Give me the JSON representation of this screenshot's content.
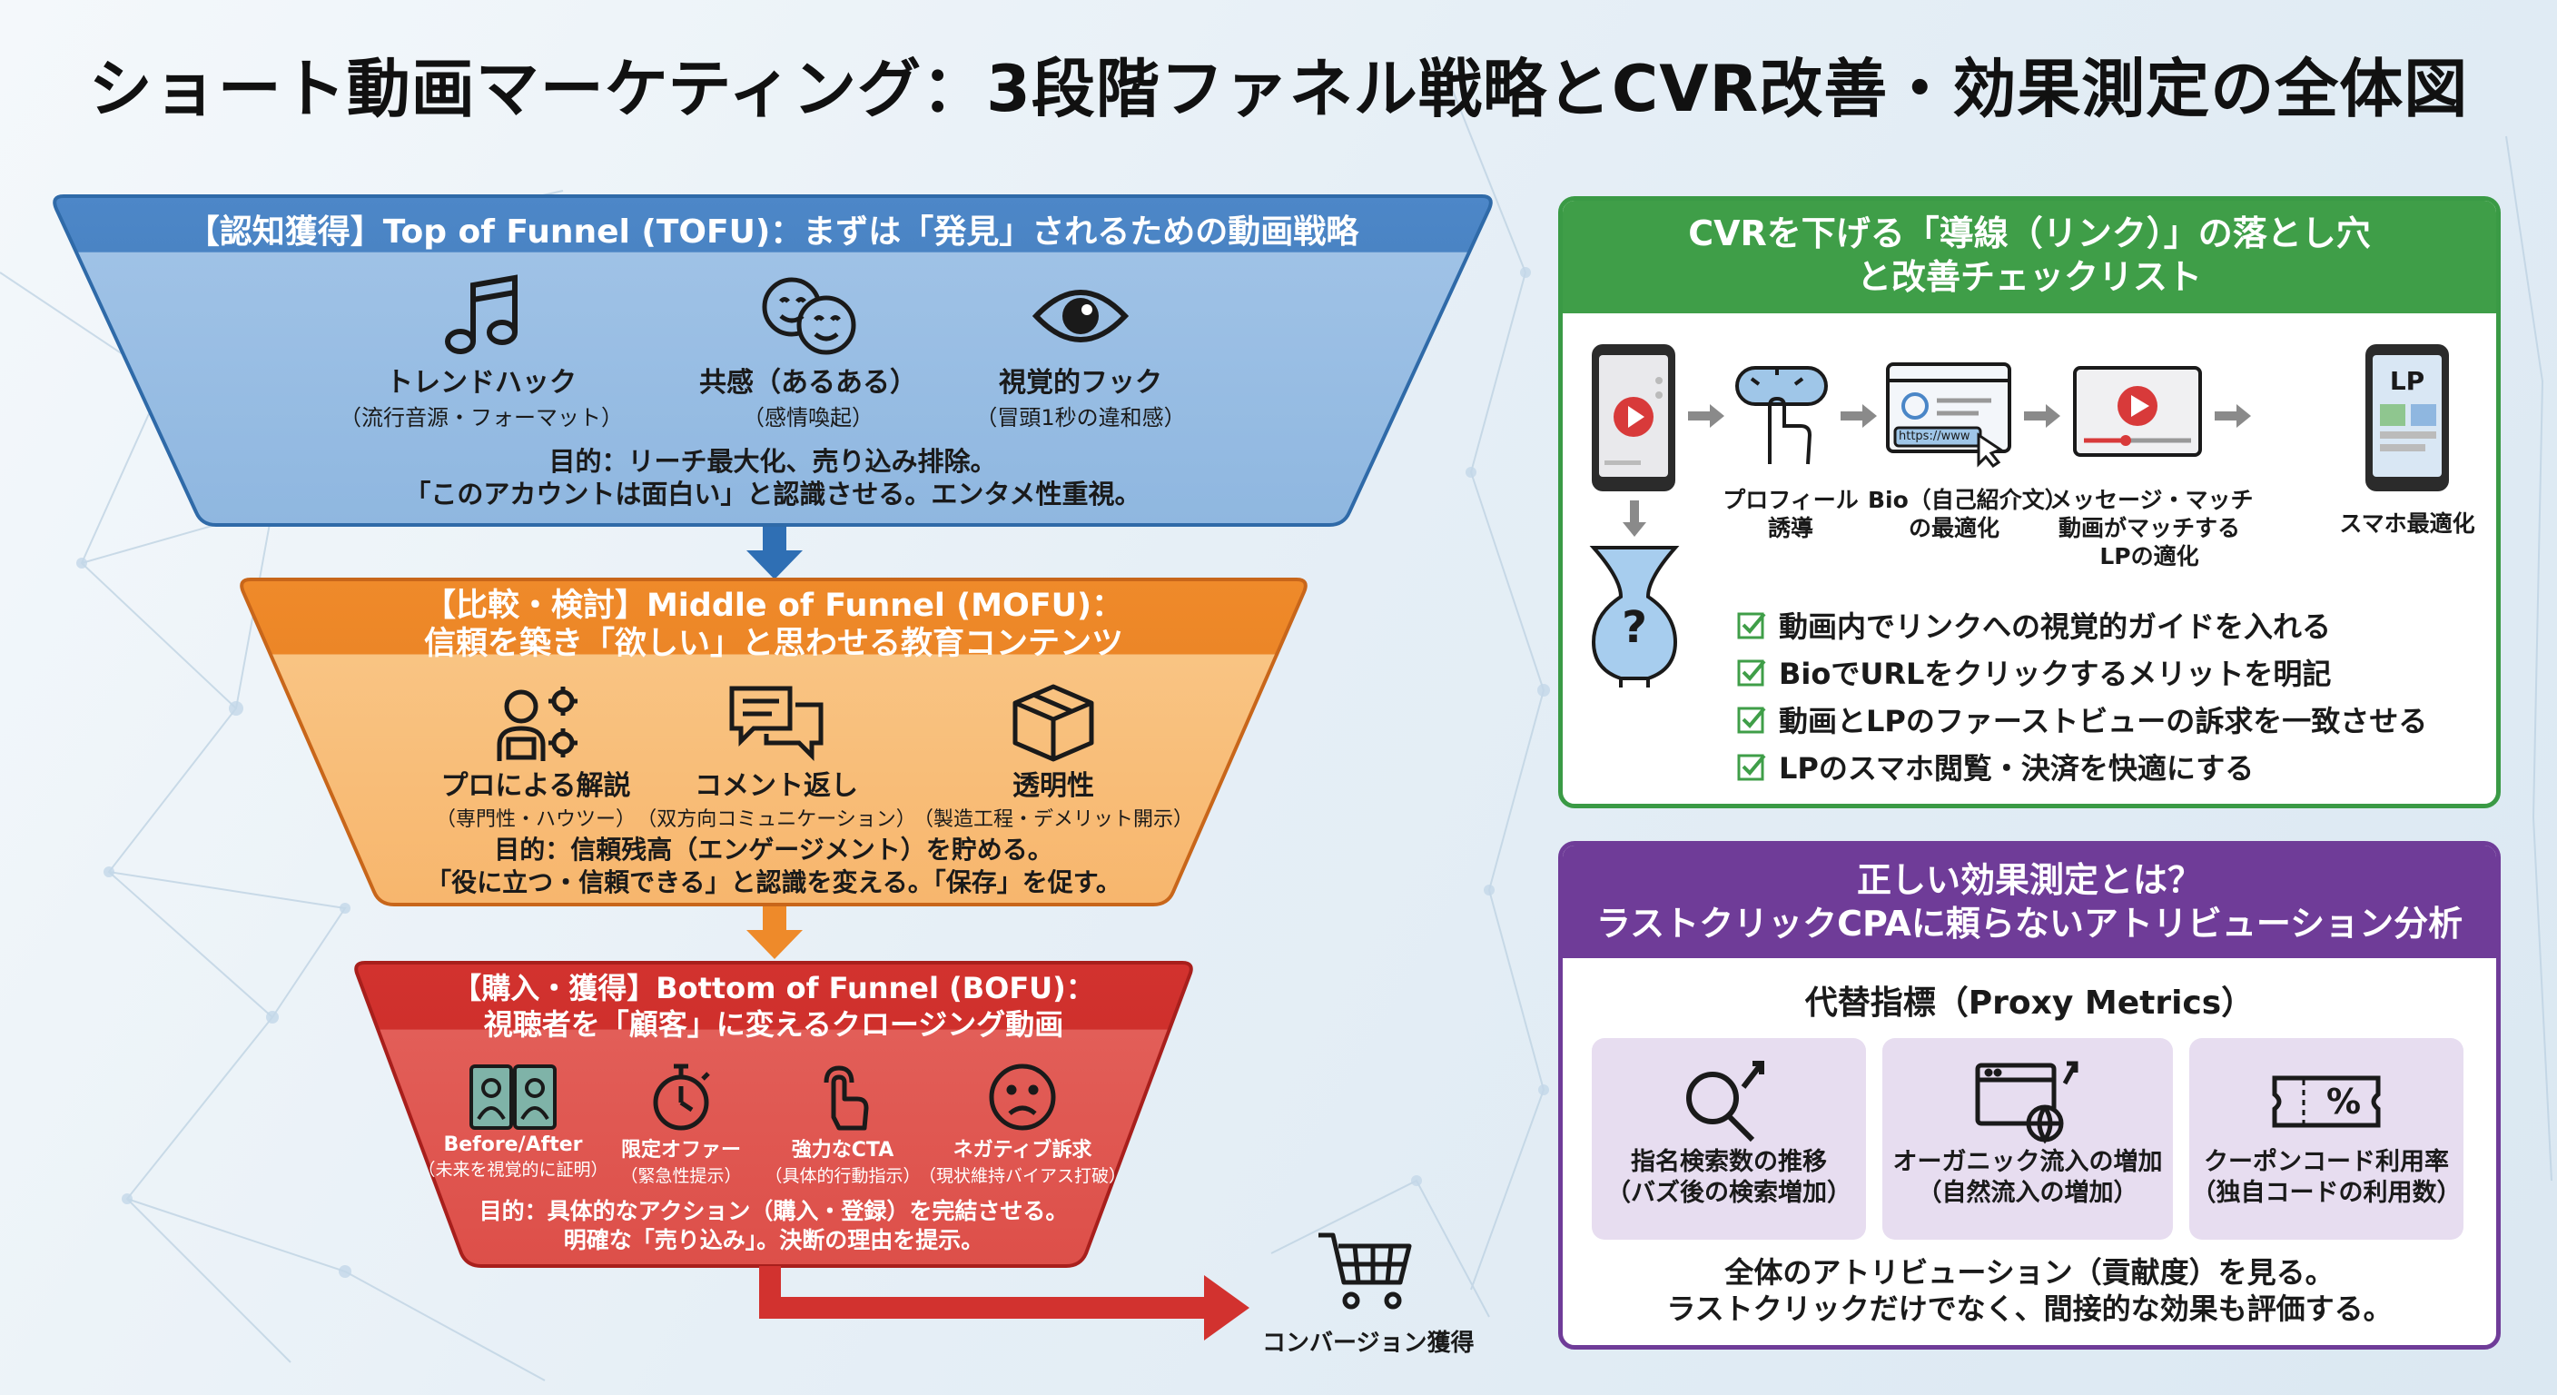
{
  "title": "ショート動画マーケティング：3段階ファネル戦略とCVR改善・効果測定の全体図",
  "tofu": {
    "header": "【認知獲得】Top of Funnel (TOFU)：まずは「発見」されるための動画戦略",
    "items": [
      {
        "icon": "music-note-icon",
        "label": "トレンドハック",
        "sub": "（流行音源・フォーマット）"
      },
      {
        "icon": "smiley-faces-icon",
        "label": "共感（あるある）",
        "sub": "（感情喚起）"
      },
      {
        "icon": "eye-icon",
        "label": "視覚的フック",
        "sub": "（冒頭1秒の違和感）"
      }
    ],
    "purpose_line1": "目的：リーチ最大化、売り込み排除。",
    "purpose_line2": "「このアカウントは面白い」と認識させる。エンタメ性重視。",
    "color": "#4a86c7"
  },
  "mofu": {
    "header_line1": "【比較・検討】Middle of Funnel (MOFU)：",
    "header_line2": "信頼を築き「欲しい」と思わせる教育コンテンツ",
    "items": [
      {
        "icon": "expert-gears-icon",
        "label": "プロによる解説",
        "sub": "（専門性・ハウツー）"
      },
      {
        "icon": "chat-bubbles-icon",
        "label": "コメント返し",
        "sub": "（双方向コミュニケーション）"
      },
      {
        "icon": "box-icon",
        "label": "透明性",
        "sub": "（製造工程・デメリット開示）"
      }
    ],
    "purpose_line1": "目的：信頼残高（エンゲージメント）を貯める。",
    "purpose_line2": "「役に立つ・信頼できる」と認識を変える。「保存」を促す。",
    "color": "#ef8a2a"
  },
  "bofu": {
    "header_line1": "【購入・獲得】Bottom of Funnel (BOFU)：",
    "header_line2": "視聴者を「顧客」に変えるクロージング動画",
    "items": [
      {
        "icon": "before-after-icon",
        "label": "Before/After",
        "sub": "（未来を視覚的に証明）"
      },
      {
        "icon": "stopwatch-icon",
        "label": "限定オファー",
        "sub": "（緊急性提示）"
      },
      {
        "icon": "tap-hand-icon",
        "label": "強力なCTA",
        "sub": "（具体的行動指示）"
      },
      {
        "icon": "sad-face-icon",
        "label": "ネガティブ訴求",
        "sub": "（現状維持バイアス打破）"
      }
    ],
    "purpose_line1": "目的：具体的なアクション（購入・登録）を完結させる。",
    "purpose_line2": "明確な「売り込み」。決断の理由を提示。",
    "color": "#d2322f"
  },
  "conversion_label": "コンバージョン獲得",
  "cvr_panel": {
    "header_line1": "CVRを下げる「導線（リンク）」の落とし穴",
    "header_line2": "と改善チェックリスト",
    "color": "#3f9e48",
    "flow": [
      {
        "icon": "phone-video-icon",
        "label_line1": "",
        "label_line2": ""
      },
      {
        "icon": "profile-tap-icon",
        "label_line1": "プロフィール",
        "label_line2": "誘導"
      },
      {
        "icon": "bio-link-icon",
        "label_line1": "Bio（自己紹介文）",
        "label_line2": "の最適化"
      },
      {
        "icon": "video-player-icon",
        "label_line1": "メッセージ・マッチ",
        "label_line2": "動画がマッチする",
        "label_line3": "LPの適化"
      },
      {
        "icon": "phone-lp-icon",
        "label_line1": "スマホ最適化",
        "label_line2": ""
      }
    ],
    "bio_url_text": "https://www",
    "lp_badge": "LP",
    "leak_symbol": "?",
    "checklist": [
      "動画内でリンクへの視覚的ガイドを入れる",
      "BioでURLをクリックするメリットを明記",
      "動画とLPのファーストビューの訴求を一致させる",
      "LPのスマホ閲覧・決済を快適にする"
    ]
  },
  "measure_panel": {
    "header_line1": "正しい効果測定とは？",
    "header_line2": "ラストクリックCPAに頼らないアトリビューション分析",
    "color": "#6f3c98",
    "proxy_title": "代替指標（Proxy Metrics）",
    "metrics": [
      {
        "icon": "search-trend-icon",
        "label_line1": "指名検索数の推移",
        "label_line2": "（バズ後の検索増加）"
      },
      {
        "icon": "organic-traffic-icon",
        "label_line1": "オーガニック流入の増加",
        "label_line2": "（自然流入の増加）"
      },
      {
        "icon": "coupon-icon",
        "label_line1": "クーポンコード利用率",
        "label_line2": "（独自コードの利用数）"
      }
    ],
    "coupon_symbol": "%",
    "footer_line1": "全体のアトリビューション（貢献度）を見る。",
    "footer_line2": "ラストクリックだけでなく、間接的な効果も評価する。"
  }
}
